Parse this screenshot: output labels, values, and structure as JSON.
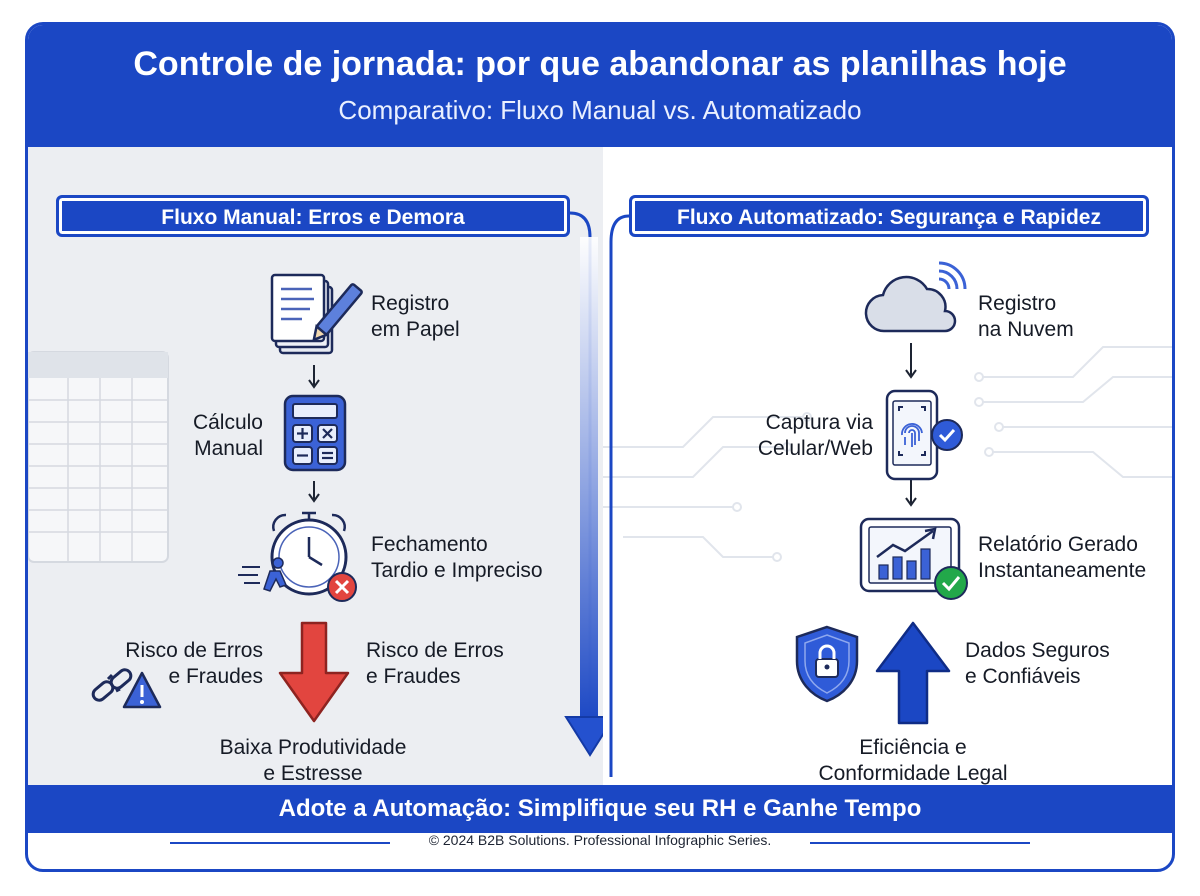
{
  "header": {
    "title": "Controle de jornada: por que abandonar as planilhas hoje",
    "subtitle": "Comparativo: Fluxo Manual vs. Automatizado"
  },
  "manual": {
    "heading": "Fluxo Manual: Erros e Demora",
    "steps": [
      {
        "line1": "Registro",
        "line2": "em Papel",
        "icon": "paper-document-pencil-icon"
      },
      {
        "line1": "Cálculo",
        "line2": "Manual",
        "icon": "calculator-icon"
      },
      {
        "line1": "Fechamento",
        "line2": "Tardio e Impreciso",
        "icon": "alarm-clock-running-person-icon"
      }
    ],
    "risk_left": {
      "line1": "Risco de Erros",
      "line2": "e Fraudes",
      "icon": "broken-chain-warning-icon"
    },
    "risk_right": {
      "line1": "Risco de Erros",
      "line2": "e Fraudes"
    },
    "outcome": {
      "line1": "Baixa Produtividade",
      "line2": "e Estresse"
    }
  },
  "automated": {
    "heading": "Fluxo Automatizado: Segurança e Rapidez",
    "steps": [
      {
        "line1": "Registro",
        "line2": "na Nuvem",
        "icon": "cloud-wireless-icon"
      },
      {
        "line1": "Captura via",
        "line2": "Celular/Web",
        "icon": "smartphone-fingerprint-icon"
      },
      {
        "line1": "Relatório Gerado",
        "line2": "Instantaneamente",
        "icon": "tablet-chart-check-icon"
      }
    ],
    "security": {
      "line1": "Dados Seguros",
      "line2": "e Confiáveis",
      "icon": "shield-lock-icon"
    },
    "outcome": {
      "line1": "Eficiência e",
      "line2": "Conformidade Legal"
    }
  },
  "footer": {
    "cta": "Adote a Automação: Simplifique seu RH e Ganhe Tempo",
    "copyright": "© 2024 B2B Solutions. Professional Infographic Series."
  },
  "colors": {
    "brand_blue": "#1b47c4",
    "warning_red": "#e2453f",
    "success_green": "#22a84a",
    "panel_gray": "#eceef2"
  }
}
